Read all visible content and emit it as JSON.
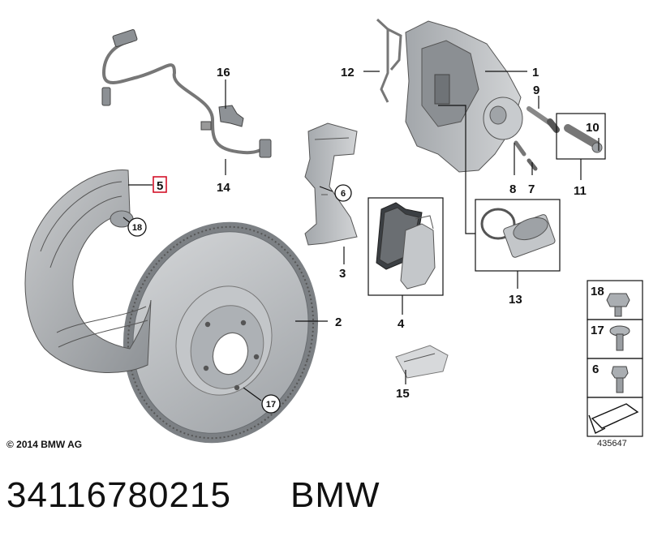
{
  "callouts": {
    "c1": "1",
    "c2": "2",
    "c3": "3",
    "c4": "4",
    "c5": "5",
    "c6": "6",
    "c7": "7",
    "c8": "8",
    "c9": "9",
    "c10": "10",
    "c11": "11",
    "c12": "12",
    "c13": "13",
    "c14": "14",
    "c15": "15",
    "c16": "16",
    "c17": "17",
    "c18": "18"
  },
  "circled": {
    "c6": "6",
    "c17": "17",
    "c18": "18"
  },
  "legend": {
    "n18": "18",
    "n17": "17",
    "n6": "6"
  },
  "copyright": "© 2014 BMW AG",
  "ref_number": "435647",
  "footer": {
    "part_number": "34116780215",
    "brand": "BMW"
  },
  "colors": {
    "part_gray": "#b9bcbf",
    "dark_gray": "#6f7377",
    "highlight": "#d0021b"
  },
  "icons": {
    "arrow": "arrow-icon"
  }
}
